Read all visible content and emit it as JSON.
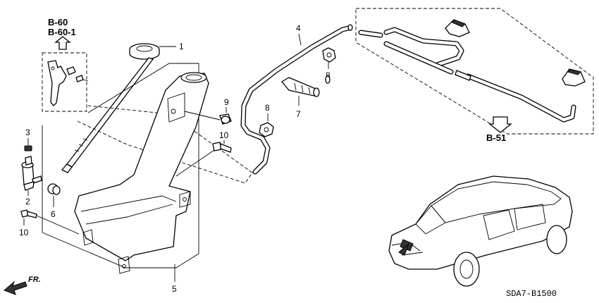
{
  "callouts": {
    "p1": "1",
    "p2": "2",
    "p3": "3",
    "p4": "4",
    "p5": "5",
    "p6": "6",
    "p7": "7",
    "p8_upper": "8",
    "p8_lower": "8",
    "p9": "9",
    "p10_mid": "10",
    "p10_left": "10"
  },
  "references": {
    "ref_b60": "B-60",
    "ref_b60_1": "B-60-1",
    "ref_b51": "B-51"
  },
  "direction_label": "FR.",
  "diagram_code": "SDA7-B1500"
}
